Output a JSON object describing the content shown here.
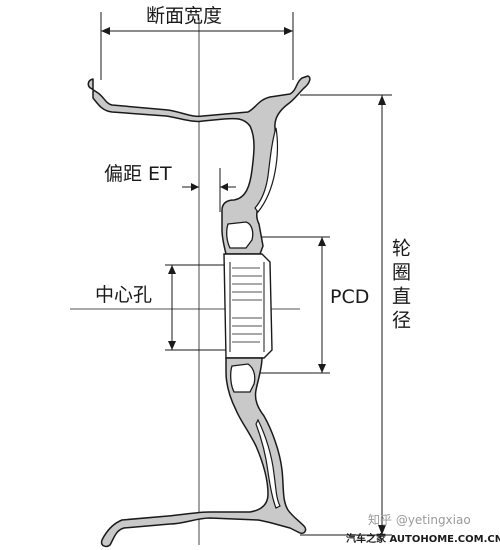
{
  "labels": {
    "section_width": "断面宽度",
    "offset": "偏距 ET",
    "center_bore": "中心孔",
    "pcd": "PCD",
    "rim_diameter": "轮圈直径"
  },
  "watermarks": {
    "zhihu": "知乎 @yetingxiao",
    "autohome": "汽车之家 AUTOHOME.COM.CN"
  },
  "colors": {
    "line": "#1a1a1a",
    "fill": "#c9c9c9",
    "watermark": "#8a8a8a"
  }
}
